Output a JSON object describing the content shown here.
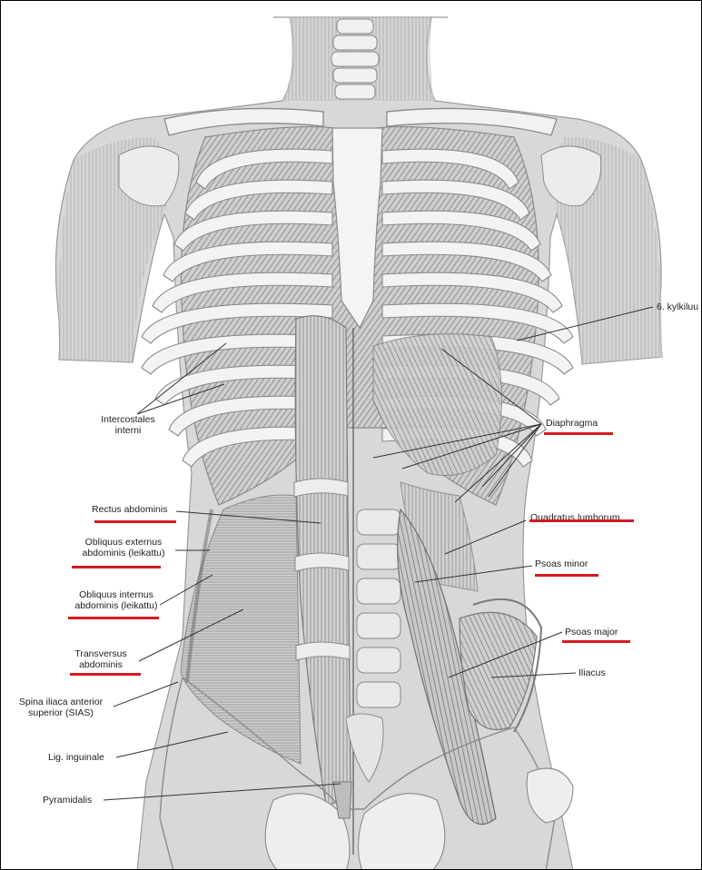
{
  "labels": {
    "rib6": "6. kylkiluu",
    "intercostales": [
      "Intercostales",
      "interni"
    ],
    "diaphragma": "Diaphragma",
    "rectus": "Rectus abdominis",
    "quadratus": "Quadratus lumborum",
    "obliquus_ext": [
      "Obliquus externus",
      "abdominis (leikattu)"
    ],
    "psoas_minor": "Psoas minor",
    "obliquus_int": [
      "Obliquus internus",
      "abdominis (leikattu)"
    ],
    "psoas_major": "Psoas major",
    "transversus": [
      "Transversus",
      "abdominis"
    ],
    "iliacus": "Iliacus",
    "sias": [
      "Spina iliaca anterior",
      "superior (SIAS)"
    ],
    "inguinale": "Lig. inguinale",
    "pyramidalis": "Pyramidalis"
  },
  "colors": {
    "underline": "#d71921",
    "leader": "#333333",
    "bone": "#eeeeee",
    "muscle": "#bdbdbd",
    "skin": "#d6d6d6"
  }
}
